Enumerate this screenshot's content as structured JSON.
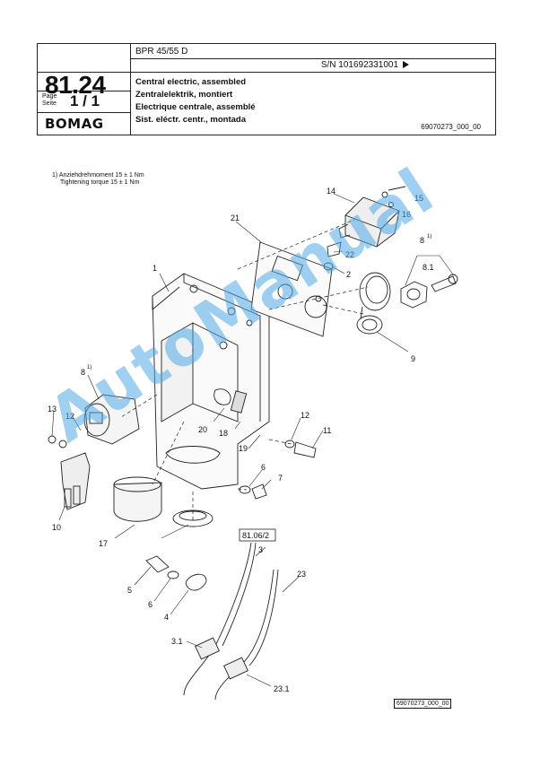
{
  "header": {
    "model": "BPR 45/55 D",
    "serial": "S/N 101692331001",
    "section": "81.24",
    "page_label_en": "Page",
    "page_label_de": "Seite",
    "page": "1 / 1",
    "brand": "BOMAG",
    "titles": [
      "Central electric, assembled",
      "Zentralelektrik, montiert",
      "Electrique centrale, assemblé",
      "Sist. eléctr. centr., montada"
    ],
    "doc_ref": "69070273_000_00"
  },
  "note": {
    "line1": "1)  Anziehdrehmoment 15 ± 1 Nm",
    "line2": "Tightening torque 15 ± 1 Nm"
  },
  "callouts": {
    "c1": "1",
    "c2": "2",
    "c3": "3",
    "c3_1": "3.1",
    "c4": "4",
    "c5": "5",
    "c6a": "6",
    "c6b": "6",
    "c7": "7",
    "c8a": "8",
    "c8b": "8",
    "c8_1": "8.1",
    "c9": "9",
    "c10": "10",
    "c11": "11",
    "c12a": "12",
    "c12b": "12",
    "c13": "13",
    "c14": "14",
    "c15": "15",
    "c16": "16",
    "c17": "17",
    "c18": "18",
    "c19": "19",
    "c20": "20",
    "c21": "21",
    "c22": "22",
    "c23": "23",
    "c23_1": "23.1",
    "sup": "1)",
    "ref_box": "81.06/2"
  },
  "watermark": "AutoManual",
  "footer_ref": "69070273_000_00"
}
